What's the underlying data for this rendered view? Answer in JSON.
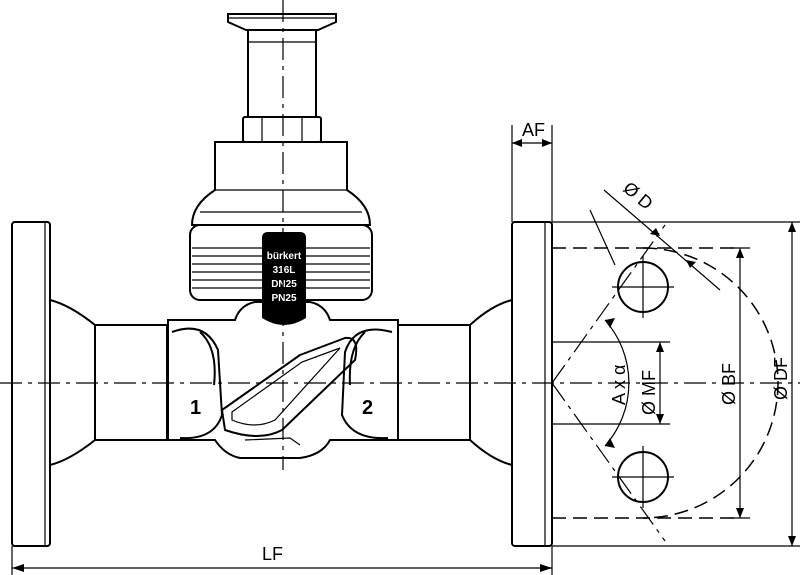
{
  "dimensions": {
    "af": "AF",
    "d": "Ø D",
    "axa": "A x α",
    "mf": "Ø MF",
    "bf": "Ø BF",
    "df": "Ø DF",
    "lf": "LF"
  },
  "ports": {
    "inlet": "1",
    "outlet": "2"
  },
  "tag": {
    "line1": "bürkert",
    "line2": "316L",
    "line3": "DN25",
    "line4": "PN25"
  },
  "colors": {
    "line": "#000000",
    "background": "#ffffff",
    "tag_fill": "#000000"
  }
}
